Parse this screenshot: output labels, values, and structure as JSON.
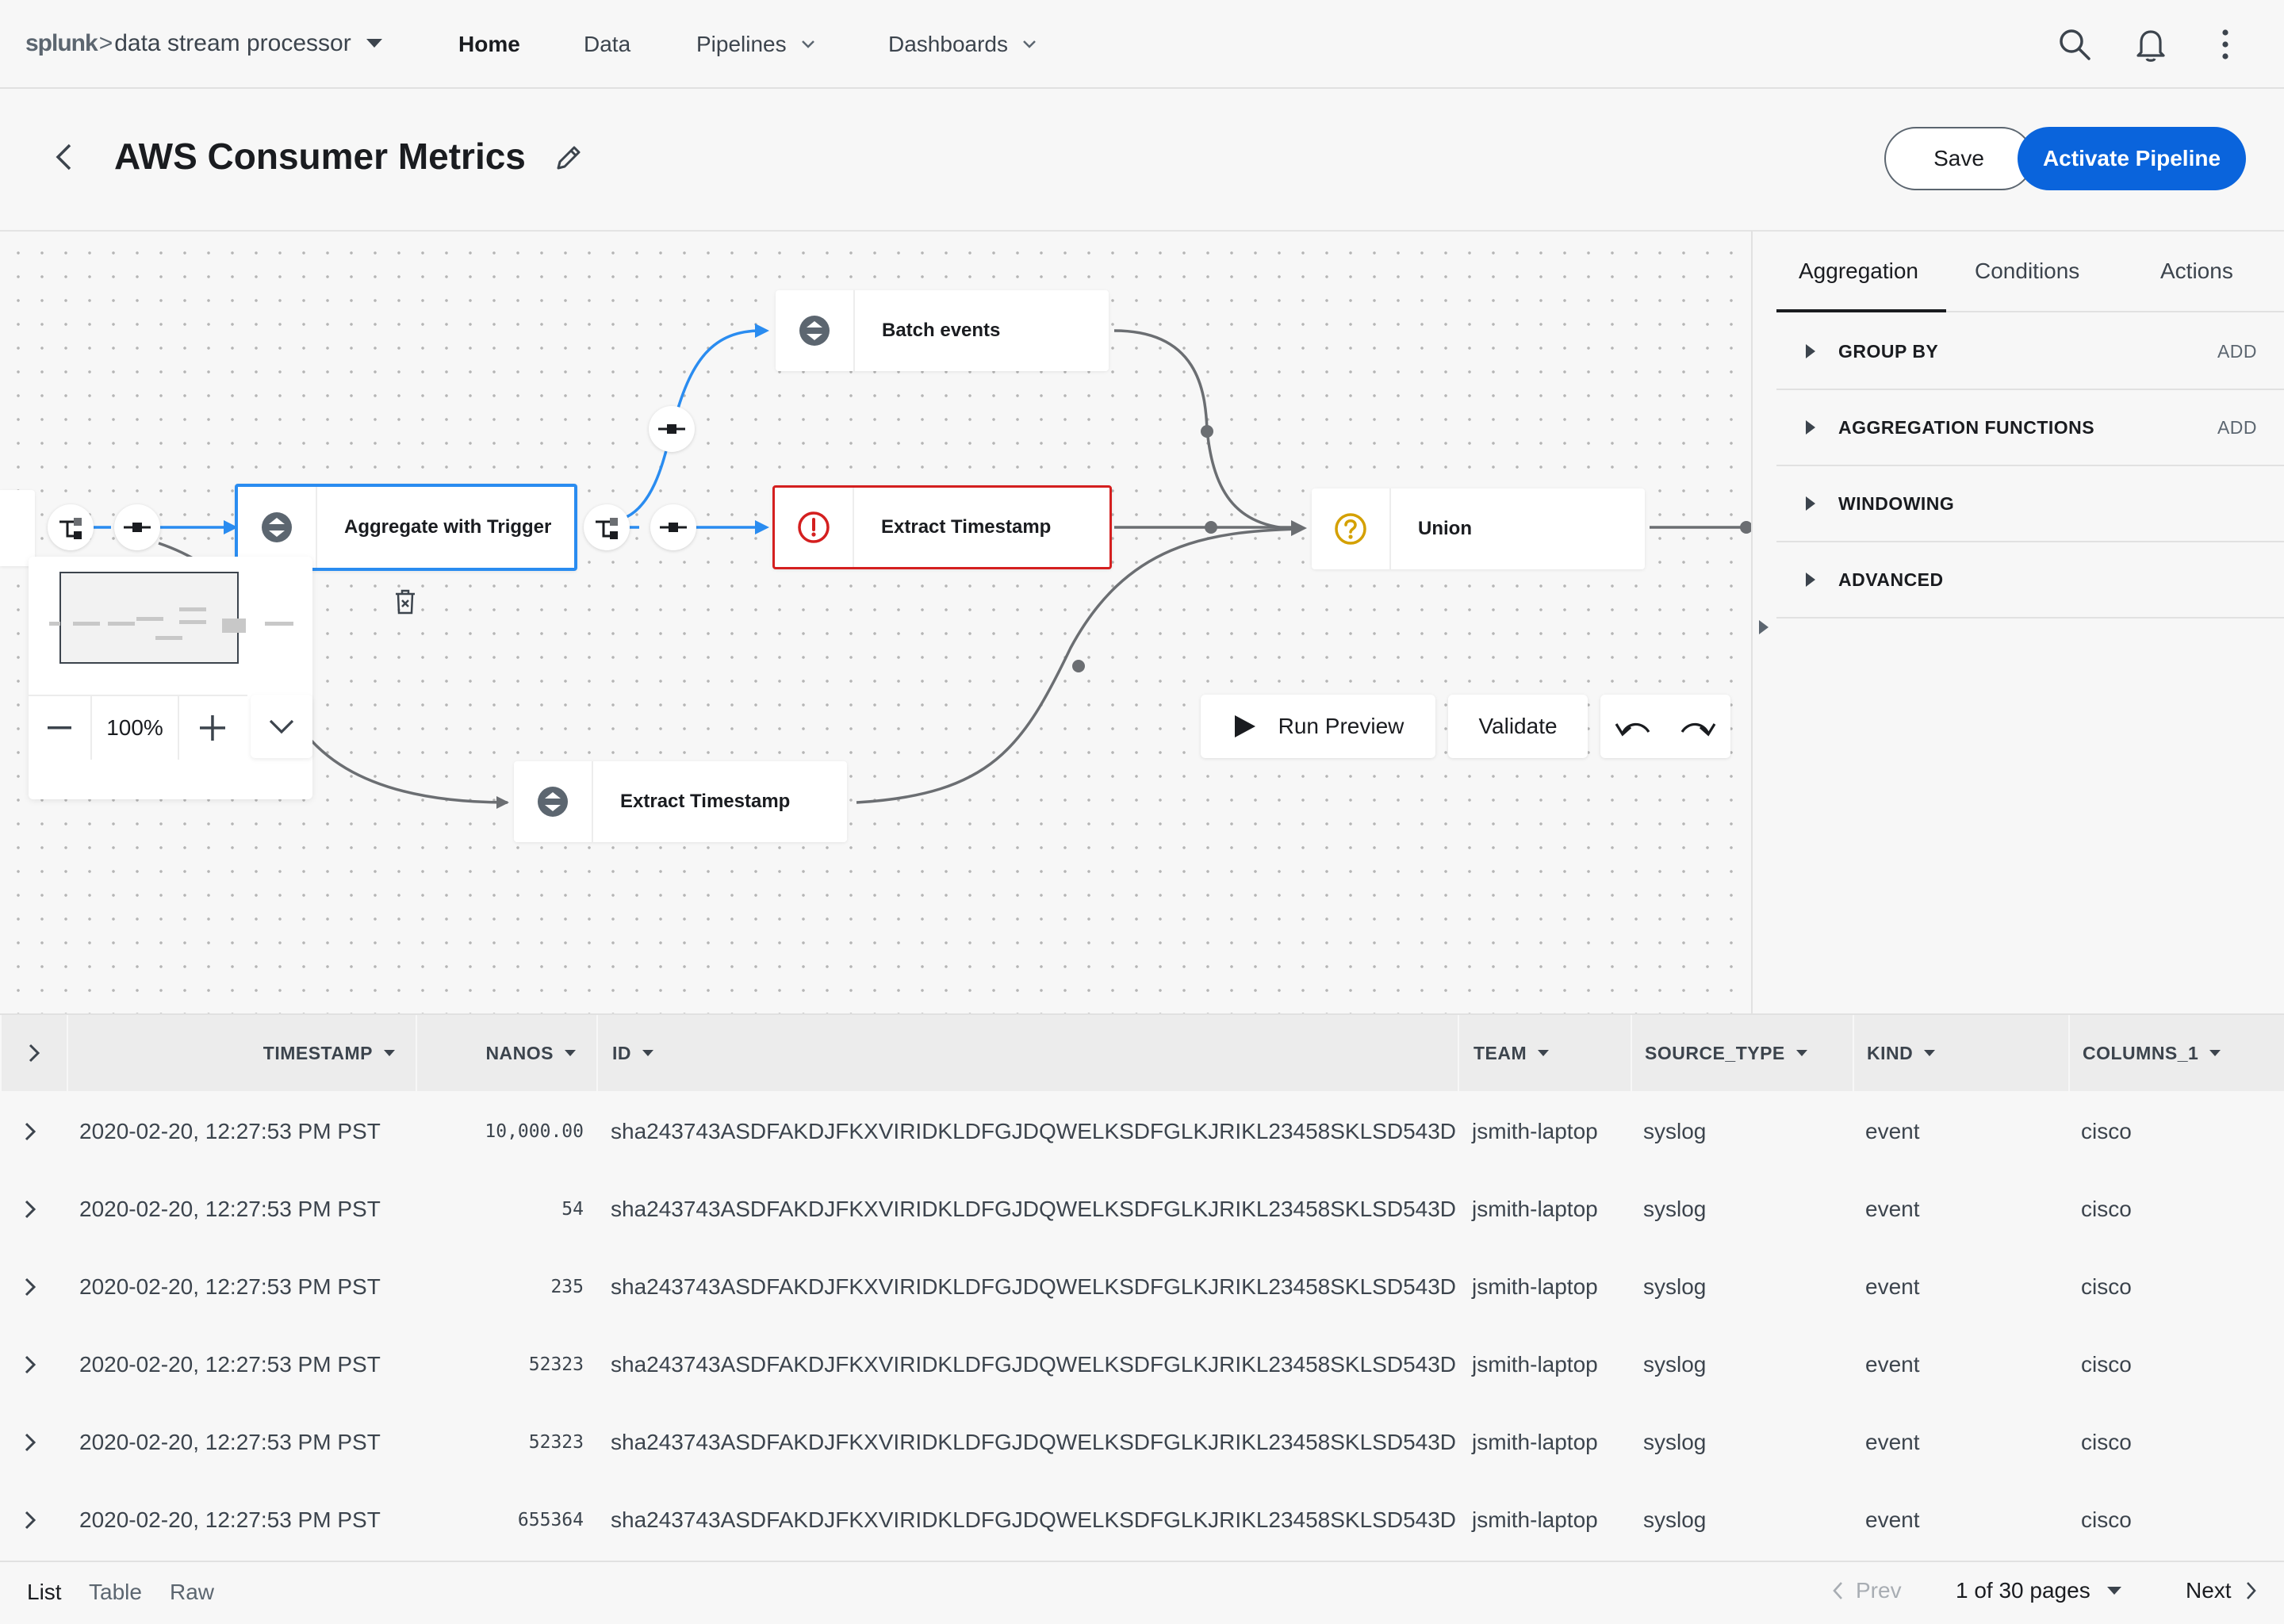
{
  "app": {
    "brand": "splunk",
    "separator": ">",
    "product": "data stream processor"
  },
  "nav": {
    "items": [
      {
        "label": "Home",
        "active": true
      },
      {
        "label": "Data"
      },
      {
        "label": "Pipelines",
        "has_menu": true
      },
      {
        "label": "Dashboards",
        "has_menu": true
      }
    ],
    "icons": [
      "search-icon",
      "bell-icon",
      "more-vertical-icon"
    ]
  },
  "header": {
    "title": "AWS Consumer Metrics",
    "save_label": "Save",
    "activate_label": "Activate Pipeline"
  },
  "canvas": {
    "nodes": {
      "aggregate": {
        "label": "Aggregate with Trigger",
        "state": "selected",
        "icon": "function-icon"
      },
      "batch": {
        "label": "Batch events",
        "icon": "function-icon"
      },
      "extract_error": {
        "label": "Extract Timestamp",
        "state": "error",
        "icon": "error-icon"
      },
      "extract_bottom": {
        "label": "Extract Timestamp",
        "icon": "function-icon"
      },
      "union": {
        "label": "Union",
        "state": "warning",
        "icon": "question-icon"
      }
    },
    "zoom_level": "100%",
    "toolbar": {
      "run_preview_label": "Run Preview",
      "validate_label": "Validate"
    },
    "colors": {
      "accent": "#2a8cf0",
      "error": "#d41f1f",
      "warning": "#d4a000",
      "edge": "#6b6e72"
    }
  },
  "panel": {
    "tabs": [
      {
        "label": "Aggregation",
        "active": true
      },
      {
        "label": "Conditions"
      },
      {
        "label": "Actions"
      }
    ],
    "sections": [
      {
        "title": "GROUP BY",
        "action": "ADD"
      },
      {
        "title": "AGGREGATION FUNCTIONS",
        "action": "ADD"
      },
      {
        "title": "WINDOWING"
      },
      {
        "title": "ADVANCED"
      }
    ]
  },
  "table": {
    "columns": [
      "TIMESTAMP",
      "NANOS",
      "ID",
      "TEAM",
      "SOURCE_TYPE",
      "KIND",
      "COLUMNS_1"
    ],
    "rows": [
      {
        "timestamp": "2020-02-20, 12:27:53 PM PST",
        "nanos": "10,000.00",
        "id": "sha243743ASDFAKDJFKXVIRIDKLDFGJDQWELKSDFGLKJRIKL23458SKLSD543D",
        "team": "jsmith-laptop",
        "source_type": "syslog",
        "kind": "event",
        "columns_1": "cisco"
      },
      {
        "timestamp": "2020-02-20, 12:27:53 PM PST",
        "nanos": "54",
        "id": "sha243743ASDFAKDJFKXVIRIDKLDFGJDQWELKSDFGLKJRIKL23458SKLSD543D",
        "team": "jsmith-laptop",
        "source_type": "syslog",
        "kind": "event",
        "columns_1": "cisco"
      },
      {
        "timestamp": "2020-02-20, 12:27:53 PM PST",
        "nanos": "235",
        "id": "sha243743ASDFAKDJFKXVIRIDKLDFGJDQWELKSDFGLKJRIKL23458SKLSD543D",
        "team": "jsmith-laptop",
        "source_type": "syslog",
        "kind": "event",
        "columns_1": "cisco"
      },
      {
        "timestamp": "2020-02-20, 12:27:53 PM PST",
        "nanos": "52323",
        "id": "sha243743ASDFAKDJFKXVIRIDKLDFGJDQWELKSDFGLKJRIKL23458SKLSD543D",
        "team": "jsmith-laptop",
        "source_type": "syslog",
        "kind": "event",
        "columns_1": "cisco"
      },
      {
        "timestamp": "2020-02-20, 12:27:53 PM PST",
        "nanos": "52323",
        "id": "sha243743ASDFAKDJFKXVIRIDKLDFGJDQWELKSDFGLKJRIKL23458SKLSD543D",
        "team": "jsmith-laptop",
        "source_type": "syslog",
        "kind": "event",
        "columns_1": "cisco"
      },
      {
        "timestamp": "2020-02-20, 12:27:53 PM PST",
        "nanos": "655364",
        "id": "sha243743ASDFAKDJFKXVIRIDKLDFGJDQWELKSDFGLKJRIKL23458SKLSD543D",
        "team": "jsmith-laptop",
        "source_type": "syslog",
        "kind": "event",
        "columns_1": "cisco"
      }
    ]
  },
  "footer": {
    "view_tabs": [
      {
        "label": "List",
        "active": true
      },
      {
        "label": "Table"
      },
      {
        "label": "Raw"
      }
    ],
    "prev_label": "Prev",
    "page_label": "1 of 30 pages",
    "next_label": "Next"
  }
}
